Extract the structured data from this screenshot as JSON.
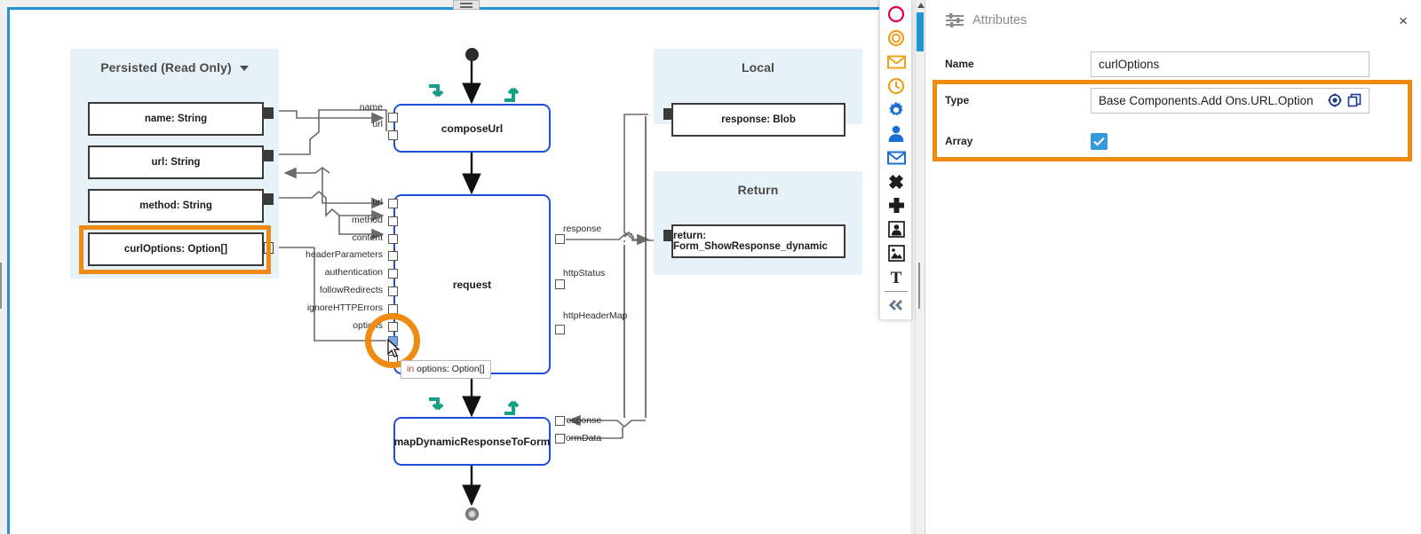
{
  "canvas": {
    "variable_groups": [
      {
        "title": "Persisted (Read Only)",
        "has_caret": true,
        "variables": [
          {
            "label": "name: String"
          },
          {
            "label": "url: String"
          },
          {
            "label": "method: String"
          },
          {
            "label": "curlOptions: Option[]",
            "highlighted": true
          }
        ]
      },
      {
        "title": "Local",
        "has_caret": false,
        "variables": [
          {
            "label": "response: Blob"
          }
        ]
      },
      {
        "title": "Return",
        "has_caret": false,
        "variables": [
          {
            "label": "return: Form_ShowResponse_dynamic"
          }
        ]
      }
    ],
    "nodes": [
      {
        "name": "composeUrl",
        "inputs": [
          "name",
          "url"
        ],
        "outputs": []
      },
      {
        "name": "request",
        "inputs": [
          "url",
          "method",
          "content",
          "headerParameters",
          "authentication",
          "followRedirects",
          "ignoreHTTPErrors",
          "options"
        ],
        "outputs": [
          "response",
          "httpStatus",
          "httpHeaderMap"
        ]
      },
      {
        "name": "mapDynamicResponseToForm",
        "inputs": [],
        "outputs": [
          "response",
          "formData"
        ]
      }
    ],
    "tooltip": {
      "keyword": "in",
      "text": "options: Option[]"
    },
    "highlight_color": "#ef8b12"
  },
  "toolbar": {
    "items": [
      {
        "icon": "circle-outline-red-icon",
        "color": "#e2004f"
      },
      {
        "icon": "ring-orange-icon",
        "color": "#f0a01e"
      },
      {
        "icon": "envelope-orange-icon",
        "color": "#f0a01e"
      },
      {
        "icon": "clock-orange-icon",
        "color": "#f0a01e"
      },
      {
        "icon": "gear-blue-icon",
        "color": "#1a6fd4"
      },
      {
        "icon": "user-blue-icon",
        "color": "#1a6fd4"
      },
      {
        "icon": "envelope-blue-icon",
        "color": "#1a6fd4"
      },
      {
        "icon": "close-star-black-icon",
        "color": "#1c1c1c"
      },
      {
        "icon": "plus-black-icon",
        "color": "#1c1c1c"
      },
      {
        "icon": "portrait-frame-icon",
        "color": "#1c1c1c"
      },
      {
        "icon": "image-frame-icon",
        "color": "#1c1c1c"
      },
      {
        "icon": "text-tool-icon",
        "color": "#1c1c1c"
      },
      {
        "icon": "collapse-left-icon",
        "color": "#6b7a90"
      }
    ]
  },
  "attributes": {
    "title": "Attributes",
    "close_label": "×",
    "rows": [
      {
        "label": "Name",
        "value": "curlOptions",
        "type": "text"
      },
      {
        "label": "Type",
        "value": "Base Components.Add Ons.URL.Option",
        "type": "text-with-tools"
      },
      {
        "label": "Array",
        "value": "",
        "type": "checkbox",
        "checked": true
      }
    ]
  }
}
